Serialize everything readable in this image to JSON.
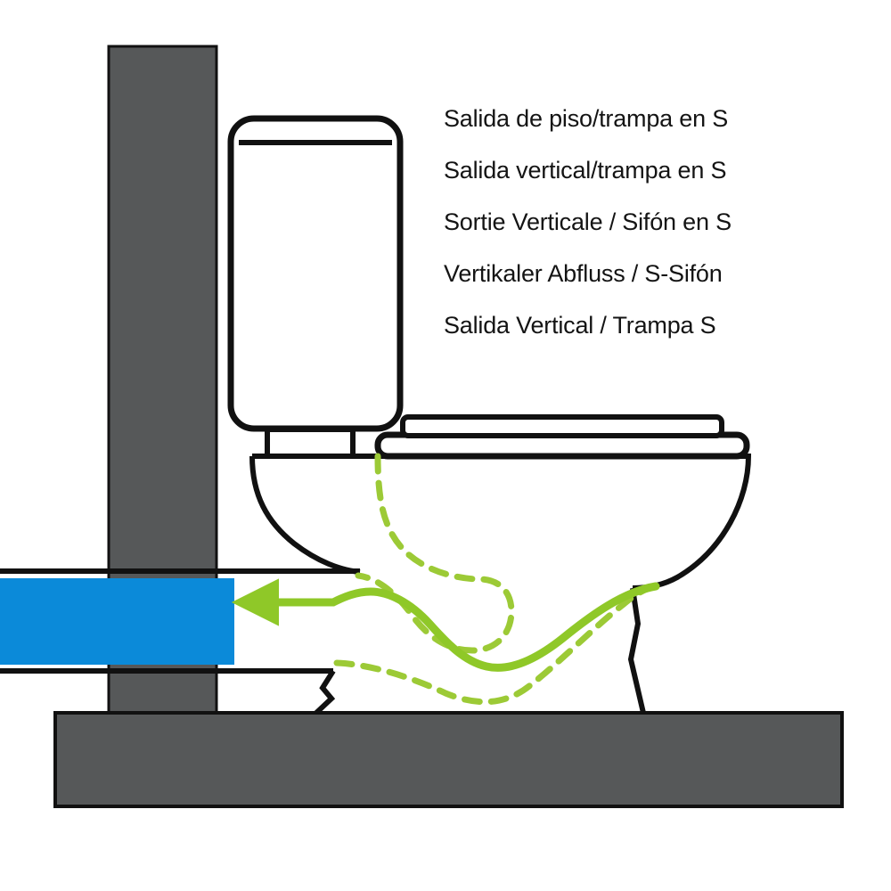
{
  "diagram": {
    "title_labels": [
      "Salida de piso/trampa en S",
      "Salida vertical/trampa en S",
      "Sortie Verticale / Sifón en S",
      "Vertikaler Abfluss / S-Sifón",
      "Salida Vertical / Trampa S"
    ],
    "colors": {
      "background": "#ffffff",
      "wall_gray": "#565859",
      "outline_black": "#111111",
      "pipe_blue": "#0b8ad9",
      "flow_green": "#8fc828",
      "trap_dash_green": "#9cca36"
    },
    "parts": {
      "wall_column": "wall-column",
      "floor_slab": "floor-slab",
      "cistern_tank": "toilet-tank",
      "tank_lid_line": "tank-lid-line",
      "tank_bowl_neck": "tank-to-bowl-neck",
      "seat_lid": "toilet-lid",
      "seat_ring": "toilet-seat",
      "bowl": "toilet-bowl",
      "pedestal": "toilet-pedestal",
      "waste_pipe": "blue-waste-pipe",
      "flow_arrow": "green-flow-arrow",
      "s_trap_path": "s-trap-dashed-path"
    }
  }
}
